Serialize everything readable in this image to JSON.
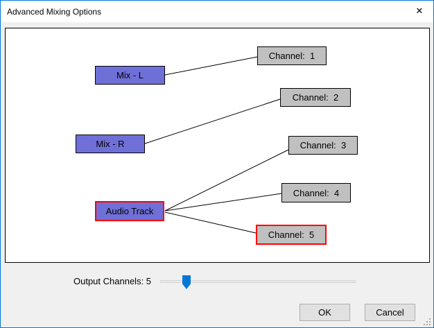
{
  "window": {
    "title": "Advanced Mixing Options",
    "close_glyph": "✕"
  },
  "colors": {
    "accent": "#0078d7",
    "source_fill": "#6f6fd8",
    "channel_fill": "#c0c0c0",
    "selected_border": "#ff0000",
    "node_border": "#000000",
    "canvas_bg": "#ffffff",
    "dialog_bg": "#f0f0f0"
  },
  "diagram": {
    "sources": [
      {
        "label": "Mix - L",
        "selected": false
      },
      {
        "label": "Mix - R",
        "selected": false
      },
      {
        "label": "Audio Track",
        "selected": true
      }
    ],
    "channels": [
      {
        "label": "Channel:  1",
        "selected": false
      },
      {
        "label": "Channel:  2",
        "selected": false
      },
      {
        "label": "Channel:  3",
        "selected": false
      },
      {
        "label": "Channel:  4",
        "selected": false
      },
      {
        "label": "Channel:  5",
        "selected": true
      }
    ],
    "connections": [
      {
        "from": "Mix - L",
        "to": "Channel: 1"
      },
      {
        "from": "Mix - R",
        "to": "Channel: 2"
      },
      {
        "from": "Audio Track",
        "to": "Channel: 3"
      },
      {
        "from": "Audio Track",
        "to": "Channel: 4"
      },
      {
        "from": "Audio Track",
        "to": "Channel: 5"
      }
    ]
  },
  "slider": {
    "label": "Output Channels: ",
    "value": "5"
  },
  "buttons": {
    "ok": "OK",
    "cancel": "Cancel"
  }
}
